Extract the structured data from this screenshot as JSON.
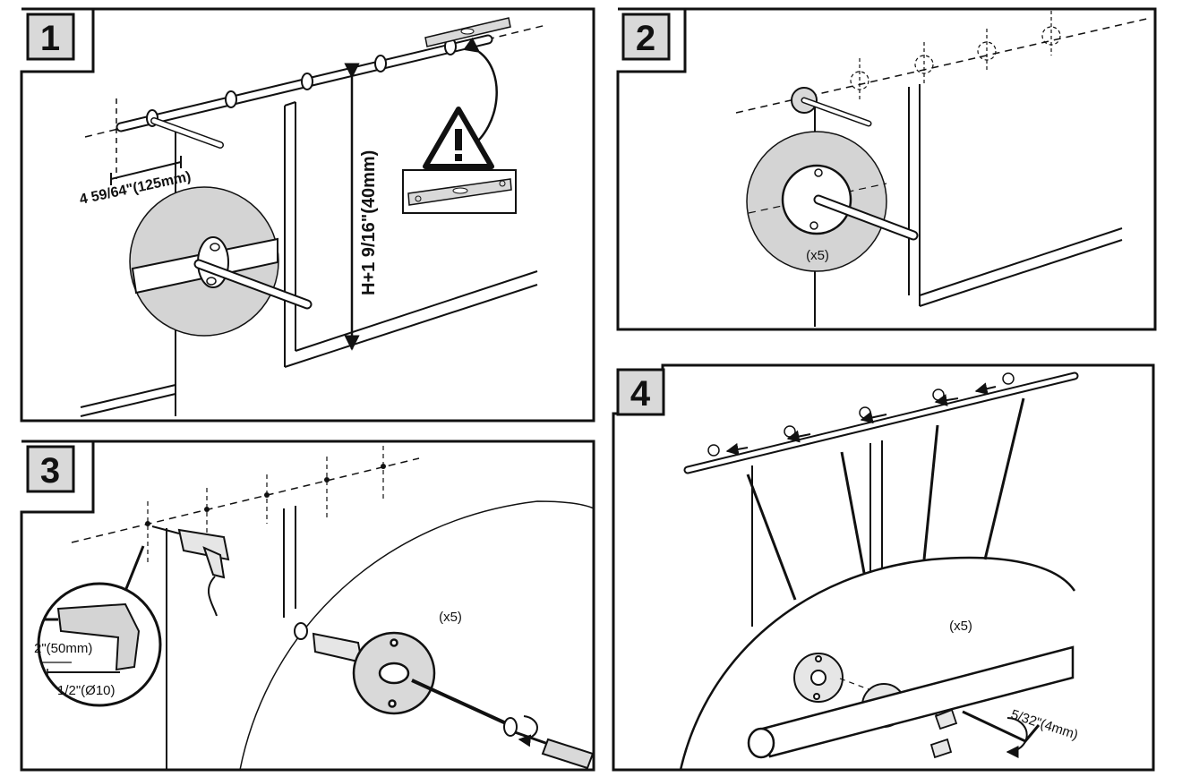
{
  "steps": [
    {
      "number": "1",
      "labels": {
        "offset": "4 59/64\"(125mm)",
        "height": "H+1 9/16\"(40mm)"
      }
    },
    {
      "number": "2",
      "labels": {
        "count": "(x5)"
      }
    },
    {
      "number": "3",
      "labels": {
        "count": "(x5)",
        "depth": "2\"(50mm)",
        "bit": "1/2\"(Ø10)"
      }
    },
    {
      "number": "4",
      "labels": {
        "count": "(x5)",
        "key": "5/32\"(4mm)"
      }
    }
  ],
  "icons": [
    "warning-icon",
    "spirit-level-icon",
    "drill-icon",
    "screwdriver-icon",
    "allen-key-icon",
    "wall-plug-icon",
    "rod-bracket-icon"
  ],
  "colors": {
    "line": "#111111",
    "panel_bg": "#ffffff",
    "badge_bg": "#d9d9d9",
    "detail_bg": "#d4d4d4"
  }
}
